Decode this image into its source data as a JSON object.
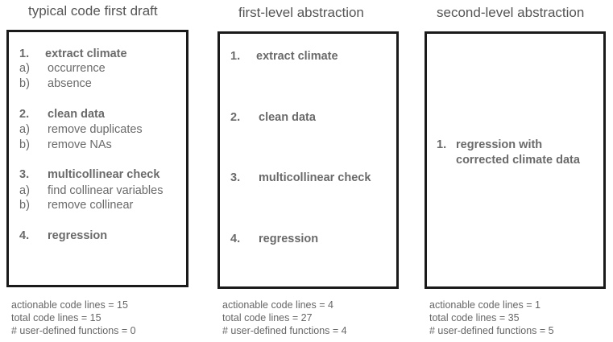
{
  "columns": [
    {
      "title": "typical code first draft",
      "steps": [
        {
          "num": "1.",
          "title": "extract climate",
          "subs": [
            {
              "letter": "a)",
              "text": "occurrence"
            },
            {
              "letter": "b)",
              "text": "absence"
            }
          ]
        },
        {
          "num": "2.",
          "title": "clean data",
          "subs": [
            {
              "letter": "a)",
              "text": "remove duplicates"
            },
            {
              "letter": "b)",
              "text": "remove NAs"
            }
          ]
        },
        {
          "num": "3.",
          "title": "multicollinear check",
          "subs": [
            {
              "letter": "a)",
              "text": "find collinear variables"
            },
            {
              "letter": "b)",
              "text": "remove collinear"
            }
          ]
        },
        {
          "num": "4.",
          "title": "regression",
          "subs": []
        }
      ],
      "stats": [
        "actionable code lines = 15",
        "total code lines =  15",
        "# user-defined functions = 0"
      ]
    },
    {
      "title": "first-level abstraction",
      "steps": [
        {
          "num": "1.",
          "title": "extract climate"
        },
        {
          "num": "2.",
          "title": "clean data"
        },
        {
          "num": "3.",
          "title": "multicollinear check"
        },
        {
          "num": "4.",
          "title": "regression"
        }
      ],
      "stats": [
        "actionable code lines = 4",
        "total code lines = 27",
        "# user-defined functions = 4"
      ]
    },
    {
      "title": "second-level abstraction",
      "steps": [
        {
          "num": "1.",
          "title_line1": "regression with",
          "title_line2": "corrected climate data"
        }
      ],
      "stats": [
        "actionable code lines = 1",
        "total code lines = 35",
        "# user-defined functions = 5"
      ]
    }
  ]
}
